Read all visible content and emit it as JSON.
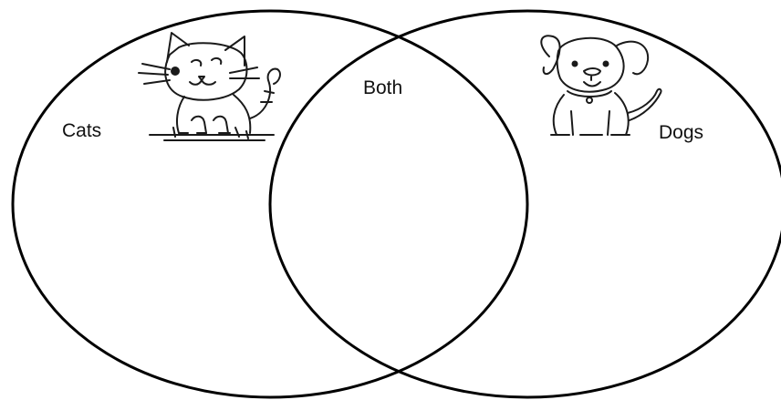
{
  "diagram": {
    "type": "venn",
    "sets": [
      {
        "label": "Cats",
        "icon": "cat-icon"
      },
      {
        "label": "Dogs",
        "icon": "dog-icon"
      }
    ],
    "intersection_label": "Both",
    "colors": {
      "stroke": "#000000",
      "background": "#ffffff",
      "text": "#111111"
    }
  }
}
